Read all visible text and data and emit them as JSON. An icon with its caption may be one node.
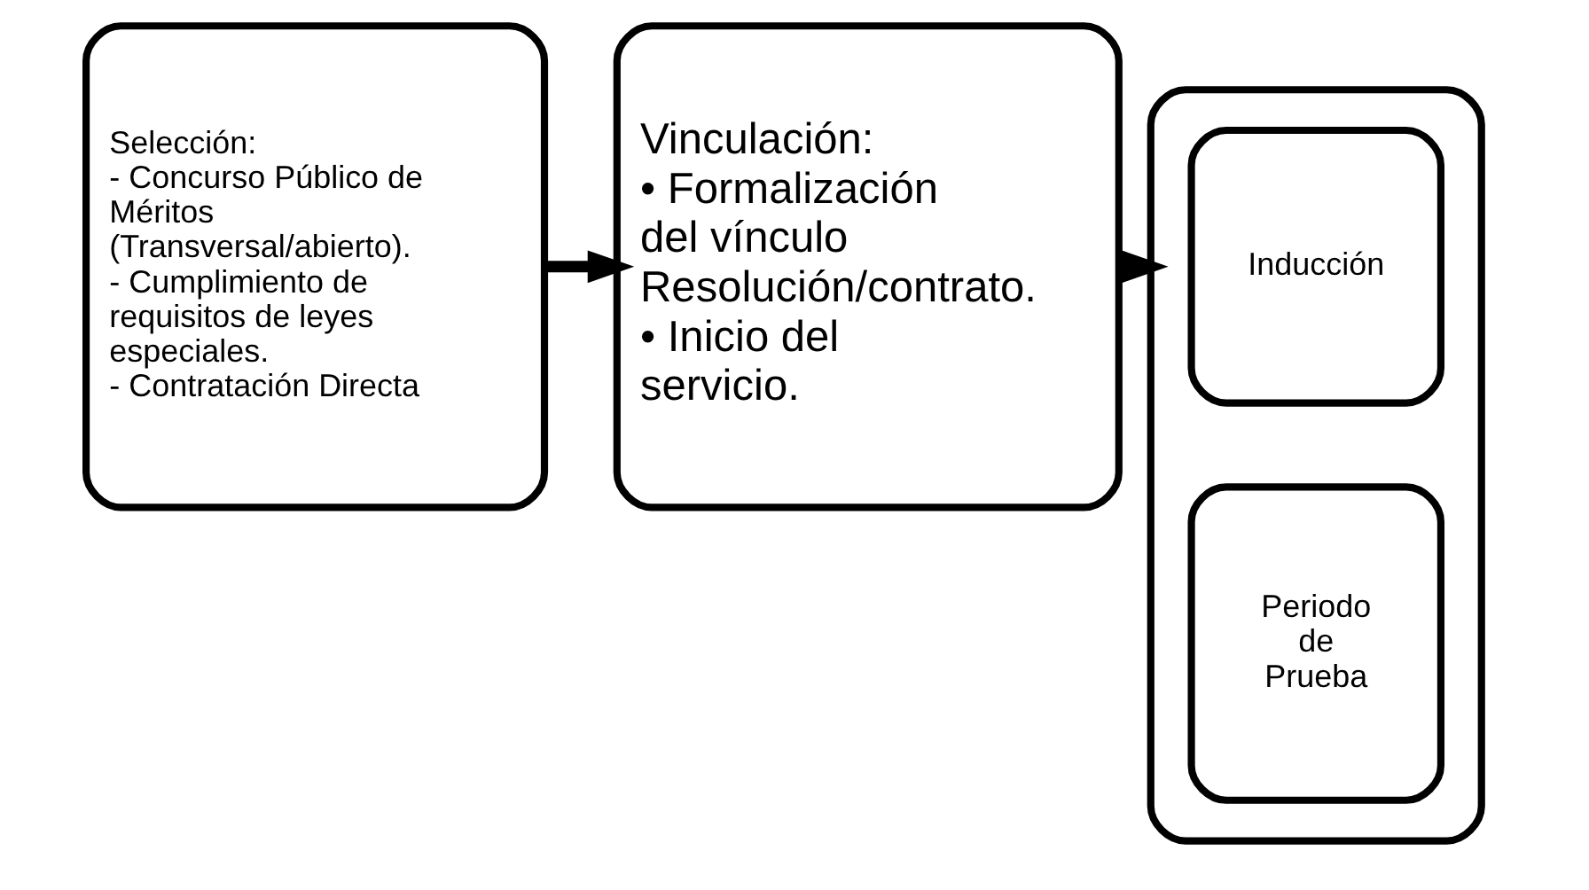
{
  "diagram": {
    "nodes": [
      {
        "text": [
          "Selección:",
          "- Concurso Público de Méritos (Transversal/abierto).",
          "- Cumplimiento de requisitos de leyes especiales.",
          "- Contratación Directa"
        ]
      },
      {
        "text": [
          "Vinculación:",
          "• Formalización del vínculo Resolución/contrato.",
          "• Inicio del servicio."
        ]
      },
      {
        "text": [],
        "shape": "box"
      },
      {
        "text": [
          "Inducción"
        ],
        "in": 2
      },
      {
        "text": [
          "Periodo de Prueba"
        ],
        "in": 2
      }
    ],
    "edges": [
      {
        "from": 0,
        "to": 1,
        "arrow": "to"
      },
      {
        "from": 1,
        "to": 2,
        "arrow": "to"
      }
    ]
  }
}
